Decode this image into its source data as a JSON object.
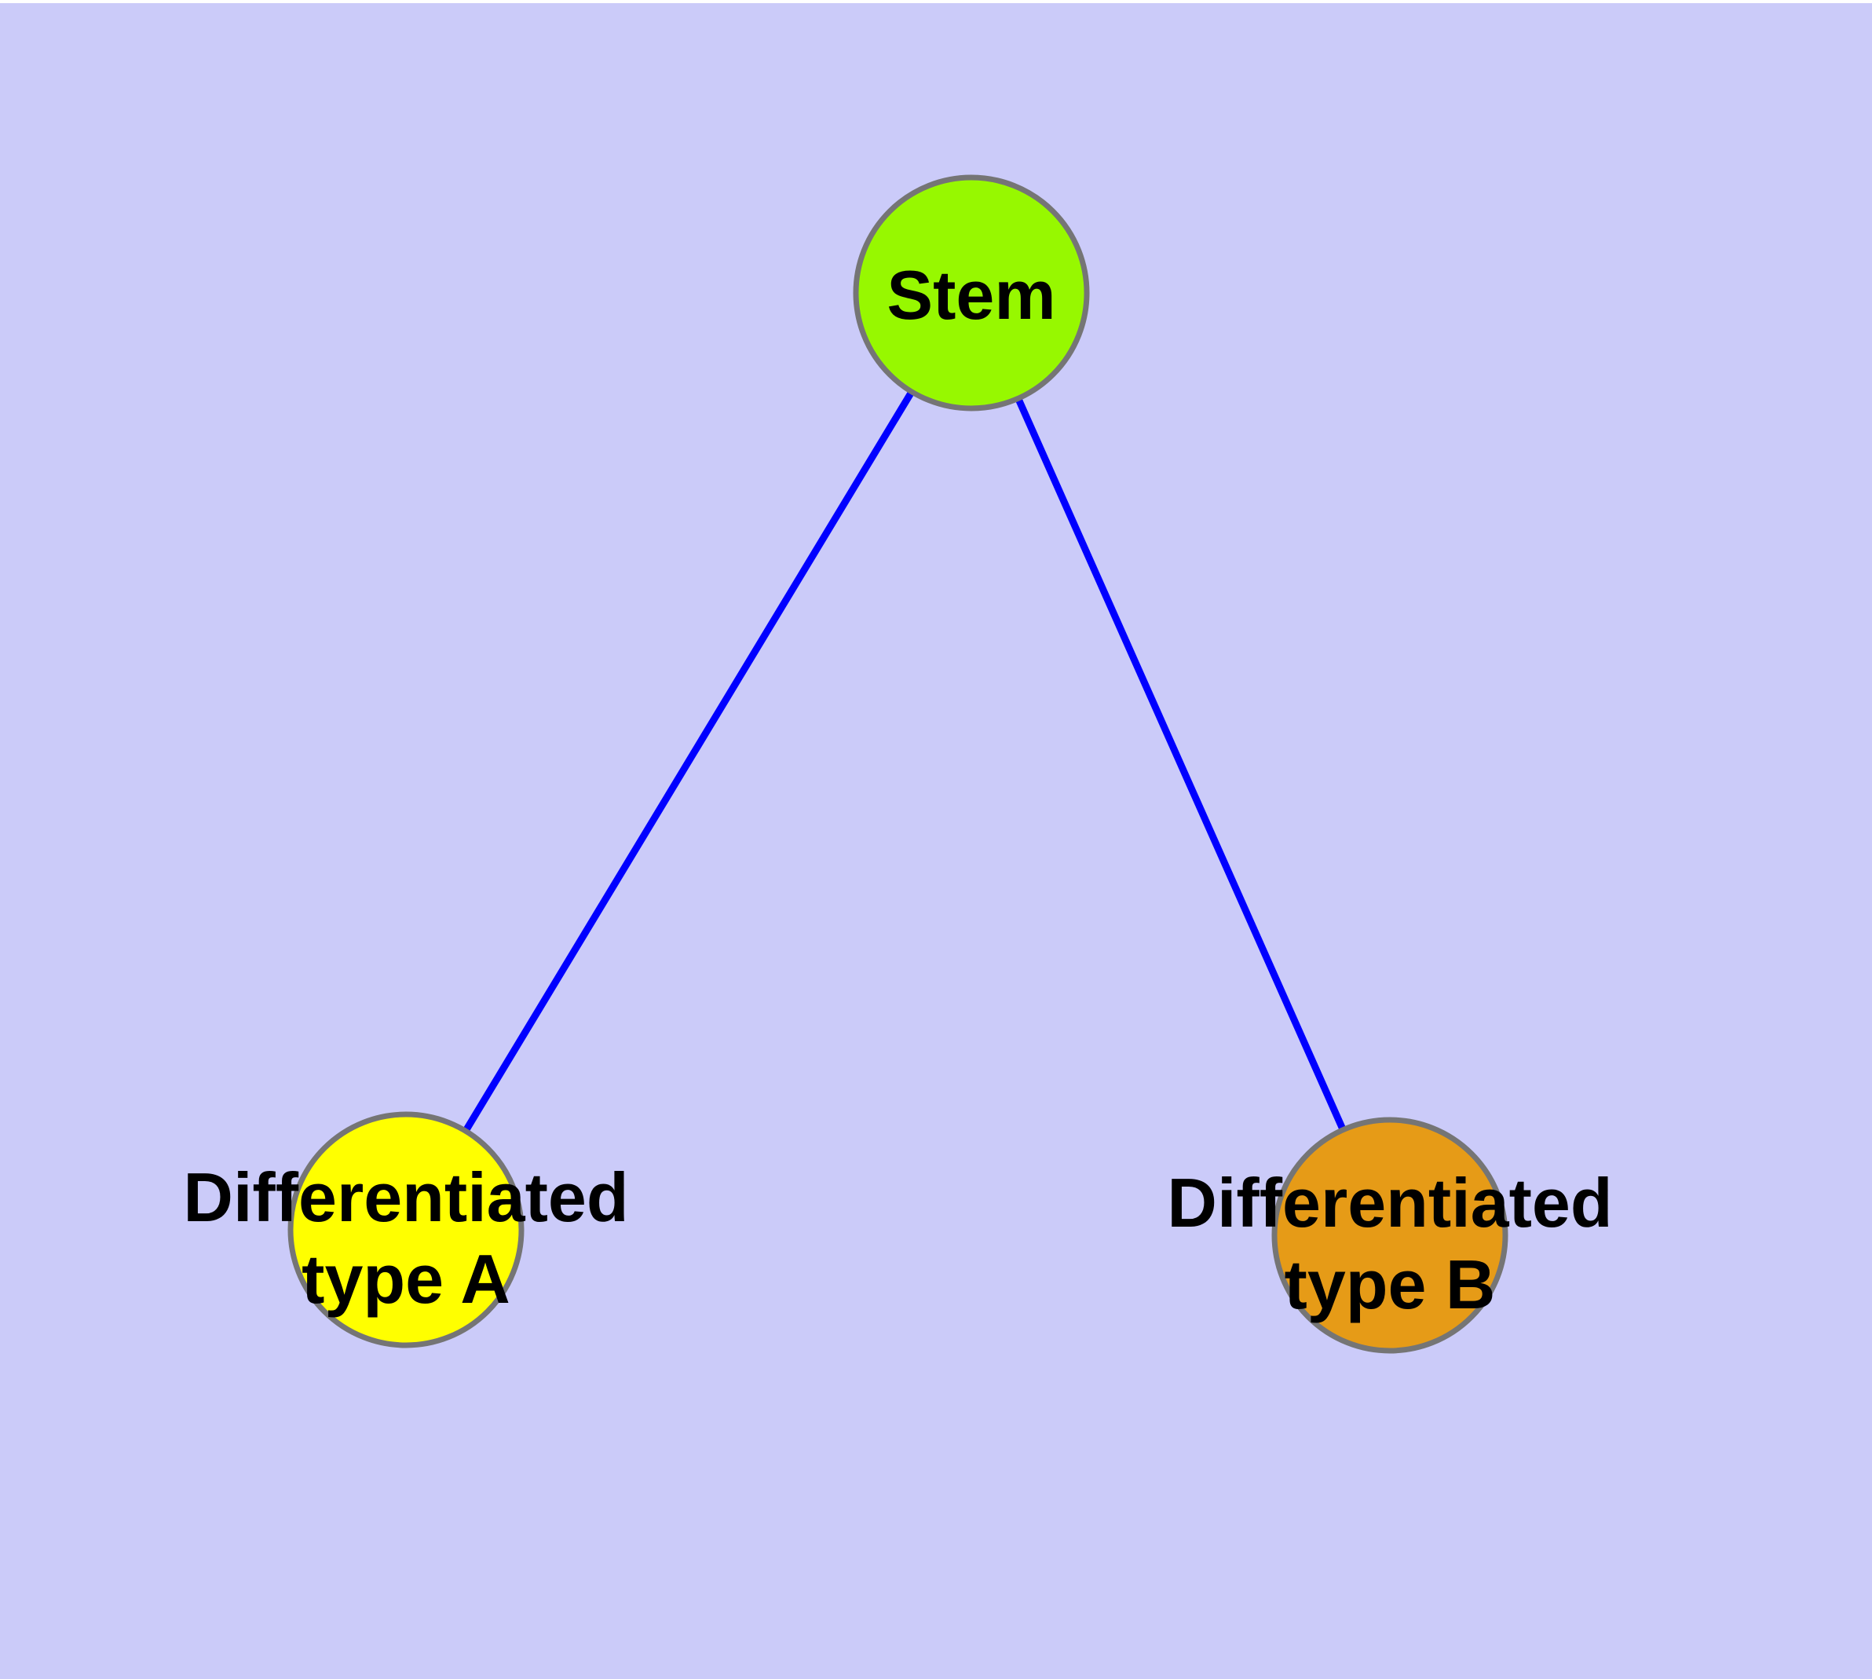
{
  "diagram": {
    "type": "graph",
    "background_color": "#CBCBF9",
    "top_margin_color": "#FFFFFF",
    "edge_color": "#0000FF",
    "node_border_color": "#757575",
    "label_color": "#000000",
    "nodes": [
      {
        "id": "stem",
        "label": "Stem",
        "fill": "#97F800"
      },
      {
        "id": "type_a",
        "label": "Differentiated\ntype A",
        "fill": "#FFFF00"
      },
      {
        "id": "type_b",
        "label": "Differentiated\ntype B",
        "fill": "#E69B17"
      }
    ],
    "edges": [
      {
        "from": "stem",
        "to": "type_a"
      },
      {
        "from": "stem",
        "to": "type_b"
      }
    ]
  }
}
